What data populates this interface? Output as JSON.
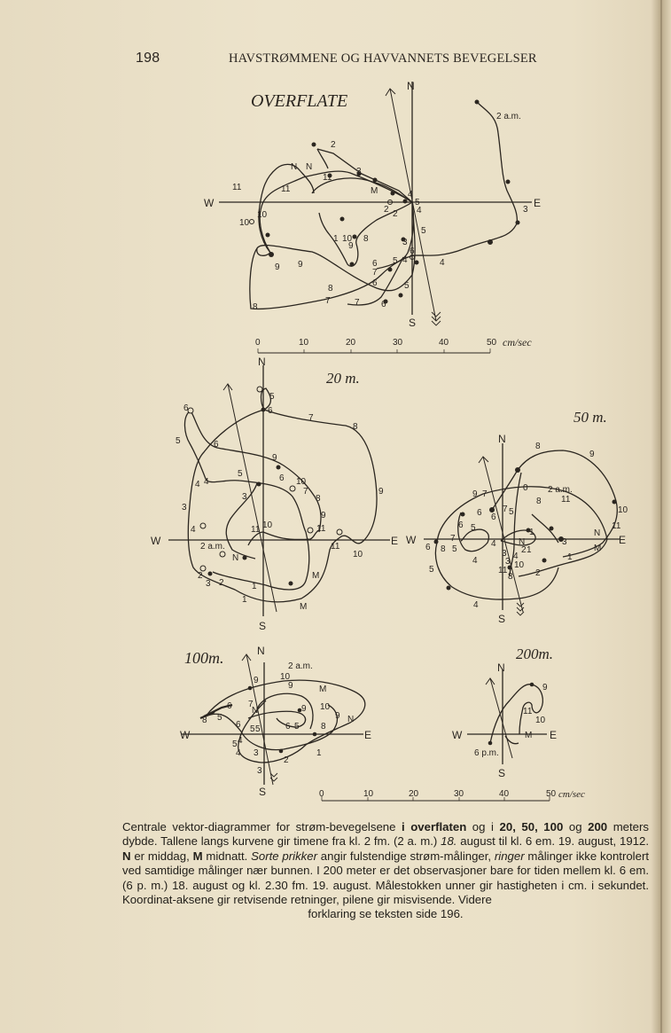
{
  "page": {
    "page_number": "198",
    "running_title": "HAVSTRØMMENE OG HAVVANNETS BEVEGELSER"
  },
  "figures": {
    "overflate": {
      "title": "OVERFLATE",
      "dirs": {
        "N": "N",
        "S": "S",
        "E": "E",
        "W": "W"
      },
      "hour_labels": [
        "2 a.m.",
        "3",
        "4",
        "5",
        "6",
        "7",
        "8",
        "9",
        "10",
        "11",
        "N",
        "1",
        "2",
        "3",
        "4",
        "5",
        "6",
        "M",
        "1",
        "2"
      ]
    },
    "m20": {
      "title": "20 m.",
      "dirs": {
        "N": "N",
        "S": "S",
        "E": "E",
        "W": "W"
      },
      "start_label": "2 a.m.",
      "noon_label": "N",
      "midnight_label": "M"
    },
    "m50": {
      "title": "50 m.",
      "dirs": {
        "N": "N",
        "S": "S",
        "E": "E",
        "W": "W"
      },
      "start_label": "2 a.m.",
      "noon_label": "N",
      "midnight_label": "M"
    },
    "m100": {
      "title": "100m.",
      "dirs": {
        "N": "N",
        "S": "S",
        "E": "E",
        "W": "W"
      },
      "start_label": "2 a.m.",
      "noon_label": "N",
      "midnight_label": "M"
    },
    "m200": {
      "title": "200m.",
      "dirs": {
        "N": "N",
        "S": "S",
        "E": "E",
        "W": "W"
      },
      "start_label": "6 p.m.",
      "midnight_label": "M"
    },
    "scale_top": {
      "ticks": [
        "0",
        "10",
        "20",
        "30",
        "40",
        "50"
      ],
      "unit": "cm/sec"
    },
    "scale_bottom": {
      "ticks": [
        "0",
        "10",
        "20",
        "30",
        "40",
        "50"
      ],
      "unit": "cm/sec"
    }
  },
  "caption": {
    "s1": "Centrale vektor-diagrammer for strøm-bevegelsene ",
    "s1b": "i overflaten",
    "s2": " og i ",
    "s2b": "20, 50, 100",
    "s3": " og ",
    "s3b": "200",
    "s4": " meters dybde.  Tallene langs kurvene gir timene fra kl. 2 fm. (2 a. m.) ",
    "s4i": "18.",
    "s5": " august til kl. 6 em. 19. august, 1912.  ",
    "s5b1": "N",
    "s6": " er middag, ",
    "s6b": "M",
    "s7": " midnatt.  ",
    "s7i": "Sorte prikker",
    "s8": " angir fulstendige strøm-målinger, ",
    "s8i": "ringer",
    "s9": " målinger ikke kontrolert ved samtidige målinger nær bunnen.  I 200 meter er det observasjoner bare for tiden mellem kl. 6 em. (6 p. m.) 18. august og kl. 2.30 fm. 19. august.  Målestokken unner gir hastigheten i cm. i sekundet.  Koordinat-aksene gir retvisende retninger, pilene gir misvisende.  Videre",
    "last": "forklaring se teksten side 196."
  }
}
